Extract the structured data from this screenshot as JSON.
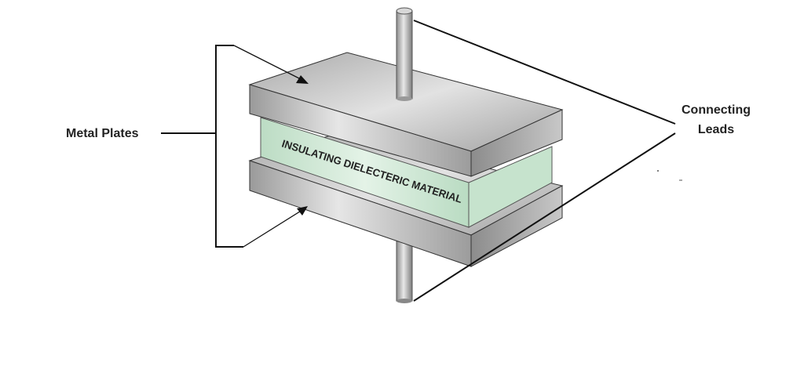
{
  "labels": {
    "metal_plates": "Metal Plates",
    "connecting_leads_line1": "Connecting",
    "connecting_leads_line2": "Leads",
    "dielectric": "INSULATING DIELECTERIC MATERIAL"
  },
  "colors": {
    "metal": "#b8b8b8",
    "dielectric": "#cfe8d4",
    "line": "#111111"
  }
}
